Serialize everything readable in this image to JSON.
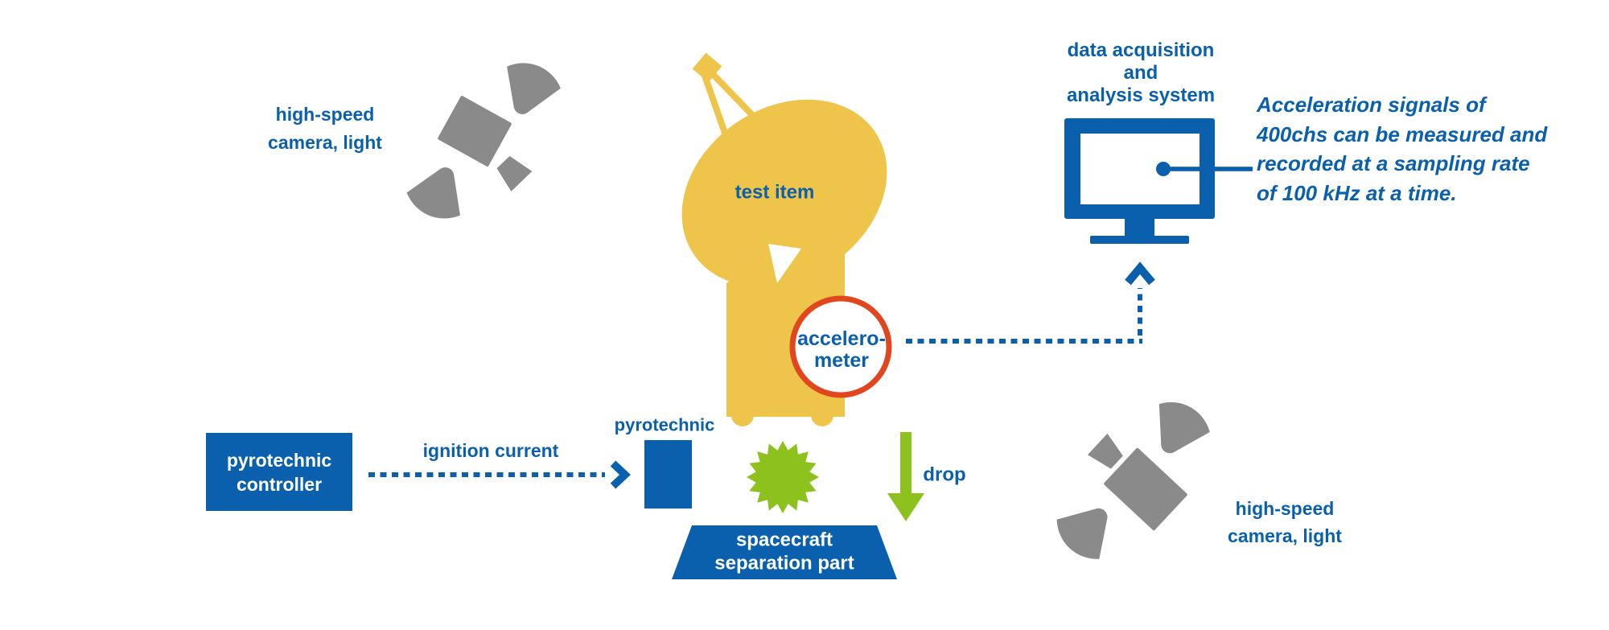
{
  "colors": {
    "blue": "#0A60AC",
    "yellow": "#EEC44A",
    "green": "#8DC21E",
    "gray": "#8A8A8A",
    "red_ring": "#E2461F",
    "background": "#FFFFFF"
  },
  "icons": {
    "camera_light_top_left": "camera-with-two-spotlights-icon",
    "camera_light_bottom_right": "camera-with-two-spotlights-icon",
    "test_item_antenna": "satellite-dish-icon",
    "data_acquisition_monitor": "computer-monitor-icon",
    "explosion": "starburst-explosion-icon",
    "drop_arrow": "green-down-arrow-icon",
    "accelerometer_marker": "red-circle-outline",
    "signal_path": "blue-dotted-arrow-up",
    "ignition_path": "blue-dotted-arrow-right"
  },
  "labels": {
    "camera_top_left": {
      "line1": "high-speed",
      "line2": "camera, light"
    },
    "test_item": "test item",
    "accelerometer": {
      "line1": "accelero-",
      "line2": "meter"
    },
    "data_acquisition": {
      "line1": "data acquisition",
      "line2": "and",
      "line3": "analysis system"
    },
    "note": {
      "line1": "Acceleration signals of",
      "line2": "400chs can be measured and",
      "line3": "recorded at a sampling rate",
      "line4": "of 100 kHz at a time."
    },
    "pyrotechnic_controller": {
      "line1": "pyrotechnic",
      "line2": "controller"
    },
    "ignition_current": "ignition current",
    "pyrotechnic": "pyrotechnic",
    "spacecraft_separation_part": {
      "line1": "spacecraft",
      "line2": "separation part"
    },
    "drop": "drop",
    "camera_bottom_right": {
      "line1": "high-speed",
      "line2": "camera, light"
    }
  }
}
